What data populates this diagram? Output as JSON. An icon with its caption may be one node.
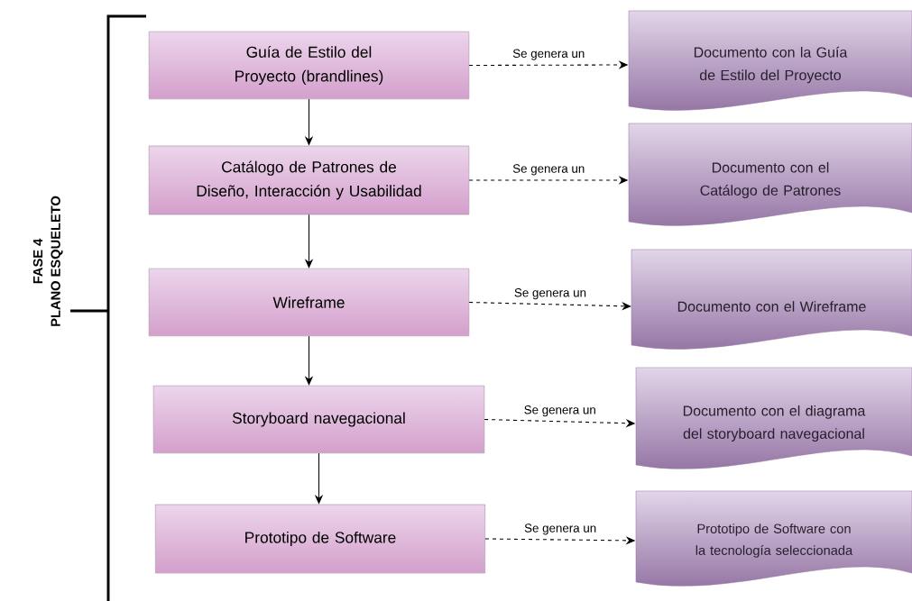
{
  "diagram": {
    "nodes": [
      {
        "text": [
          "Guía de Estilo del Proyecto (brandlines)"
        ]
      },
      {
        "text": [
          "Catálogo de Patrones de Diseño, Interacción y Usabilidad"
        ]
      },
      {
        "text": [
          "Wireframe"
        ]
      },
      {
        "text": [
          "Storyboard navegacional"
        ]
      },
      {
        "text": [
          "Prototipo de Software"
        ]
      },
      {
        "text": [
          "Documento con la Guía de Estilo del Proyecto"
        ]
      },
      {
        "text": [
          "Documento con el Catálogo de Patrones"
        ]
      },
      {
        "text": [
          "Documento con el Wireframe"
        ]
      },
      {
        "text": [
          "Documento con el diagrama del storyboard navegacional"
        ]
      },
      {
        "text": [
          "Prototipo de Software con la tecnología seleccionada"
        ]
      }
    ],
    "edges": [
      {
        "from": 0,
        "to": 1,
        "arrow": "to"
      },
      {
        "from": 1,
        "to": 2,
        "arrow": "to"
      },
      {
        "from": 2,
        "to": 3,
        "arrow": "to"
      },
      {
        "from": 3,
        "to": 4,
        "arrow": "to"
      },
      {
        "from": 0,
        "to": 5,
        "arrow": "to",
        "label": "Se genera un",
        "style": "dashed"
      },
      {
        "from": 1,
        "to": 6,
        "arrow": "to",
        "label": "Se genera un",
        "style": "dashed"
      },
      {
        "from": 2,
        "to": 7,
        "arrow": "to",
        "label": "Se genera un",
        "style": "dashed"
      },
      {
        "from": 3,
        "to": 8,
        "arrow": "to",
        "label": "Se genera un",
        "style": "dashed"
      },
      {
        "from": 4,
        "to": 9,
        "arrow": "to",
        "label": "Se genera un",
        "style": "dashed"
      }
    ],
    "labels": [
      "FASE 4",
      "PLANO ESQUELETO"
    ]
  }
}
